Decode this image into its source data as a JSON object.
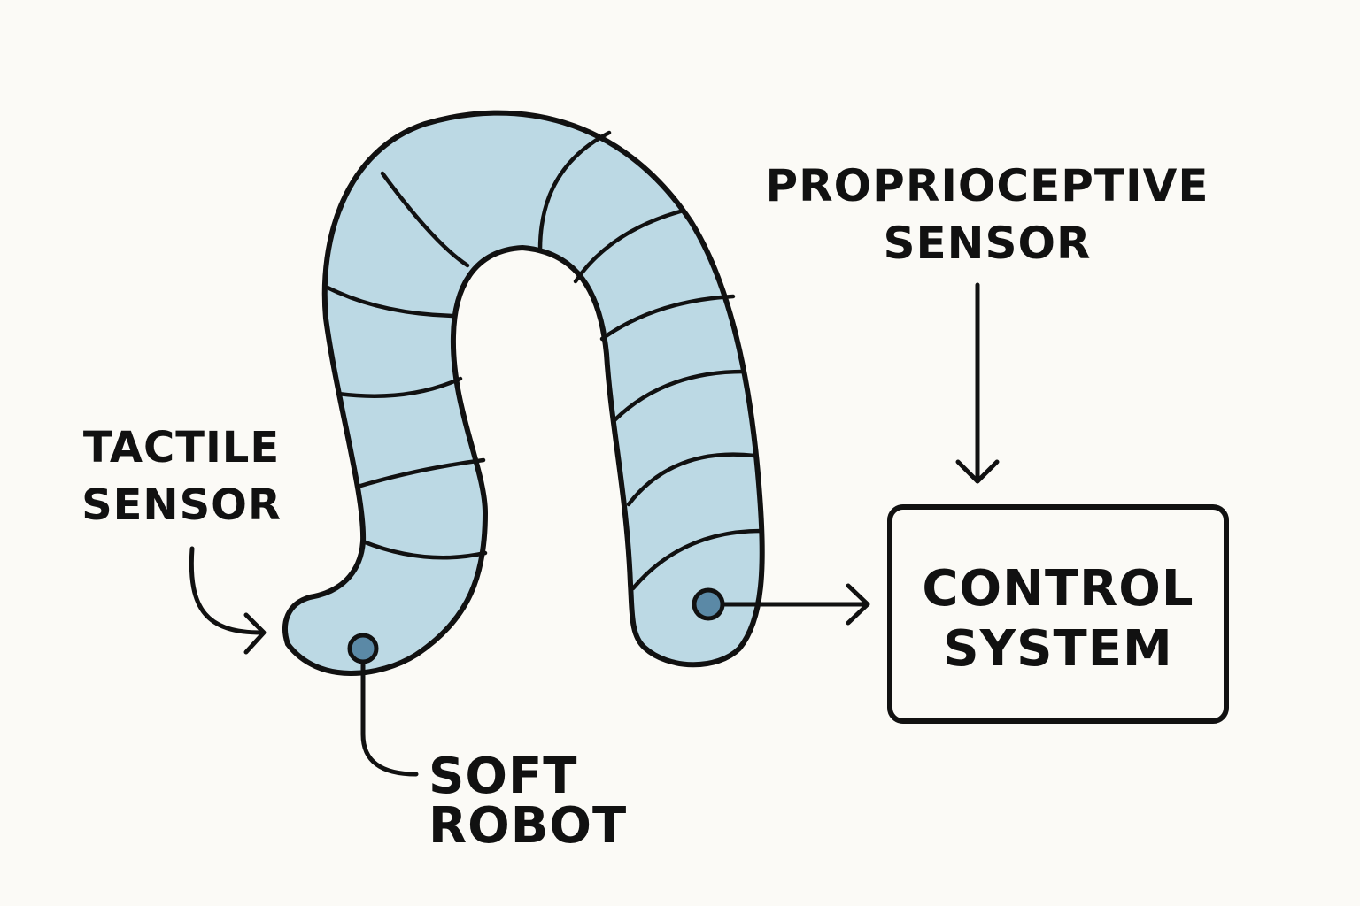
{
  "colors": {
    "background": "#fbfaf6",
    "robot_fill": "#bcd9e4",
    "outline": "#111111",
    "sensor_dot": "#5b89a6"
  },
  "labels": {
    "tactile_sensor": [
      "TACTILE",
      "SENSOR"
    ],
    "proprioceptive_sensor": [
      "PROPRIOCEPTIVE",
      "SENSOR"
    ],
    "soft_robot": "SOFT ROBOT",
    "control_system": [
      "CONTROL",
      "SYSTEM"
    ]
  },
  "icons": [
    "soft-robot-body",
    "tactile-sensor-dot",
    "proprioceptive-sensor-dot",
    "arrow-icon"
  ]
}
